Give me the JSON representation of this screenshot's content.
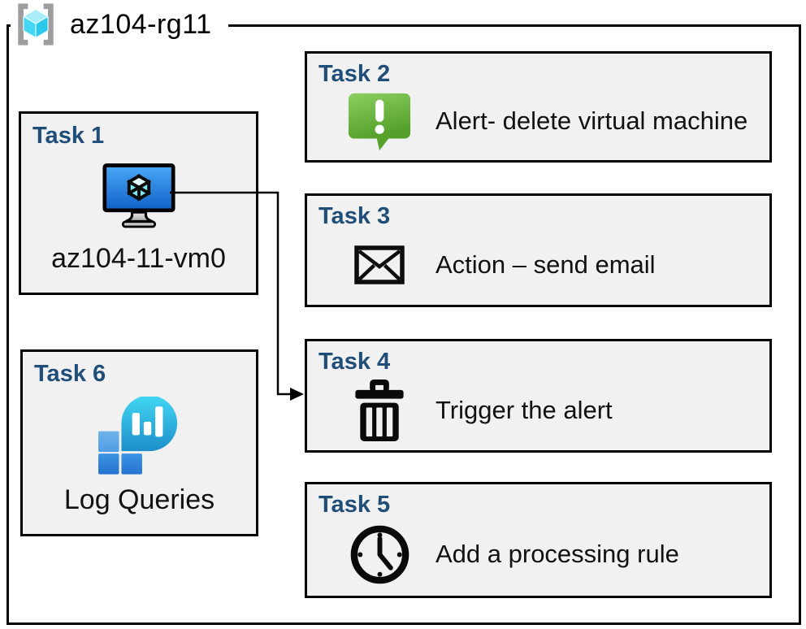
{
  "resource_group": {
    "name": "az104-rg11",
    "icon": "resource-group-icon"
  },
  "tasks": [
    {
      "title": "Task 1",
      "label": "az104-11-vm0",
      "icon": "virtual-machine-icon"
    },
    {
      "title": "Task 2",
      "label": "Alert- delete virtual machine",
      "icon": "alert-icon"
    },
    {
      "title": "Task 3",
      "label": "Action – send email",
      "icon": "email-icon"
    },
    {
      "title": "Task 4",
      "label": "Trigger the alert",
      "icon": "trash-icon"
    },
    {
      "title": "Task 5",
      "label": "Add a processing rule",
      "icon": "clock-icon"
    },
    {
      "title": "Task 6",
      "label": "Log Queries",
      "icon": "log-queries-icon"
    }
  ],
  "connector": {
    "from": "task-1-virtual-machine",
    "to": "task-4"
  },
  "colors": {
    "task_title_blue": "#1F4E79",
    "box_fill": "#F1F1F1",
    "box_border": "#000000",
    "alert_green_light": "#83CA58",
    "alert_green_dark": "#57A02B",
    "vm_screen_light": "#4AA9F7",
    "vm_screen_dark": "#1160C9",
    "vm_cube_cyan": "#7AE8F5",
    "log_bubble_light": "#43D7F3",
    "log_bubble_dark": "#1C8FCA",
    "log_square_light": "#64AFE9",
    "log_square_dark": "#2673D0",
    "rg_cube_top": "#A9EDF9",
    "rg_cube_left": "#45D7F4",
    "rg_cube_right": "#2CC8EC",
    "rg_bracket_gray": "#9D9D9D"
  }
}
